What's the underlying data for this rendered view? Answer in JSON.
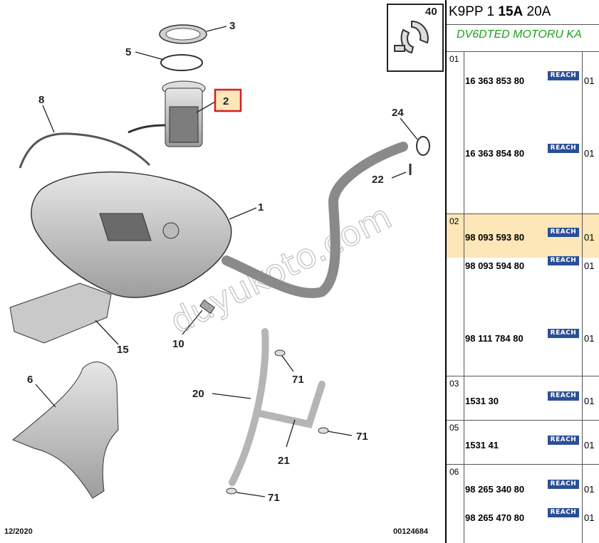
{
  "header": {
    "code": "K9PP 1",
    "code_bold": "15A",
    "code_tail": "20A"
  },
  "subtitle": "DV6DTED MOTORU KA",
  "callouts": {
    "c1": "1",
    "c2": "2",
    "c3": "3",
    "c5": "5",
    "c6": "6",
    "c8": "8",
    "c10": "10",
    "c15": "15",
    "c20": "20",
    "c21": "21",
    "c22": "22",
    "c24": "24",
    "c40": "40",
    "c71a": "71",
    "c71b": "71",
    "c71c": "71"
  },
  "footer": {
    "date": "12/2020",
    "ref": "00124684"
  },
  "watermark": "duyukoto.com",
  "badge_label": "REACH",
  "groups": [
    {
      "num": "01",
      "parts": [
        {
          "ref": "16 363 853 80",
          "qty": "01"
        },
        {
          "ref": "16 363 854 80",
          "qty": "01"
        }
      ]
    },
    {
      "num": "02",
      "selected": true,
      "parts": [
        {
          "ref": "98 093 593 80",
          "qty": "01"
        },
        {
          "ref": "98 093 594 80",
          "qty": "01"
        },
        {
          "ref": "98 111 784 80",
          "qty": "01"
        }
      ]
    },
    {
      "num": "03",
      "parts": [
        {
          "ref": "1531 30",
          "qty": "01"
        }
      ]
    },
    {
      "num": "05",
      "parts": [
        {
          "ref": "1531 41",
          "qty": "01"
        }
      ]
    },
    {
      "num": "06",
      "parts": [
        {
          "ref": "98 265 340 80",
          "qty": "01"
        },
        {
          "ref": "98 265 470 80",
          "qty": "01"
        }
      ]
    }
  ],
  "colors": {
    "highlight": "#d21f1f",
    "selected_row": "#fde6b8",
    "badge": "#2b4f96",
    "subtitle": "#19a319"
  }
}
